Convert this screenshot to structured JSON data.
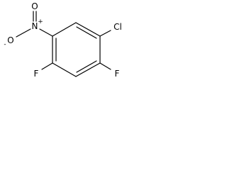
{
  "molecule": {
    "atoms": {
      "nitro_o_top": "O",
      "nitro_o_left": "O",
      "nitro_o_left_charge": "-",
      "nitro_n": "N",
      "nitro_n_charge": "+",
      "chloro": "Cl",
      "fluoro_left": "F",
      "fluoro_right": "F"
    }
  }
}
